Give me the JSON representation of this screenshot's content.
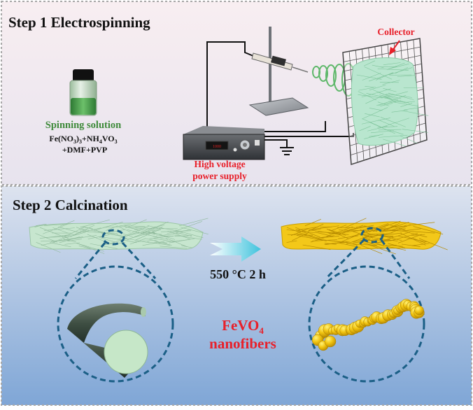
{
  "step1": {
    "title": "Step 1 Electrospinning",
    "solution_label": "Spinning solution",
    "formula_line1_parts": [
      "Fe(NO",
      "3",
      ")",
      "3",
      "+NH",
      "4",
      "VO",
      "3"
    ],
    "formula_line2": "+DMF+PVP",
    "collector_label": "Collector",
    "power_label_line1": "High voltage",
    "power_label_line2": "power supply"
  },
  "step2": {
    "title": "Step 2 Calcination",
    "condition": "550 °C 2 h",
    "product_name": "FeVO",
    "product_sub": "4",
    "product_line2": "nanofibers"
  },
  "colors": {
    "label_red": "#e8202a",
    "solution_green": "#3e8a3a",
    "panel1_top": "#f6e9ee",
    "panel2_bottom": "#7fa6d6",
    "fiber_green": "#b9dcc2",
    "fiber_gold": "#f2c514",
    "dashed_blue": "#1b5f86",
    "arrow_cyan": "#5fd0e0"
  }
}
